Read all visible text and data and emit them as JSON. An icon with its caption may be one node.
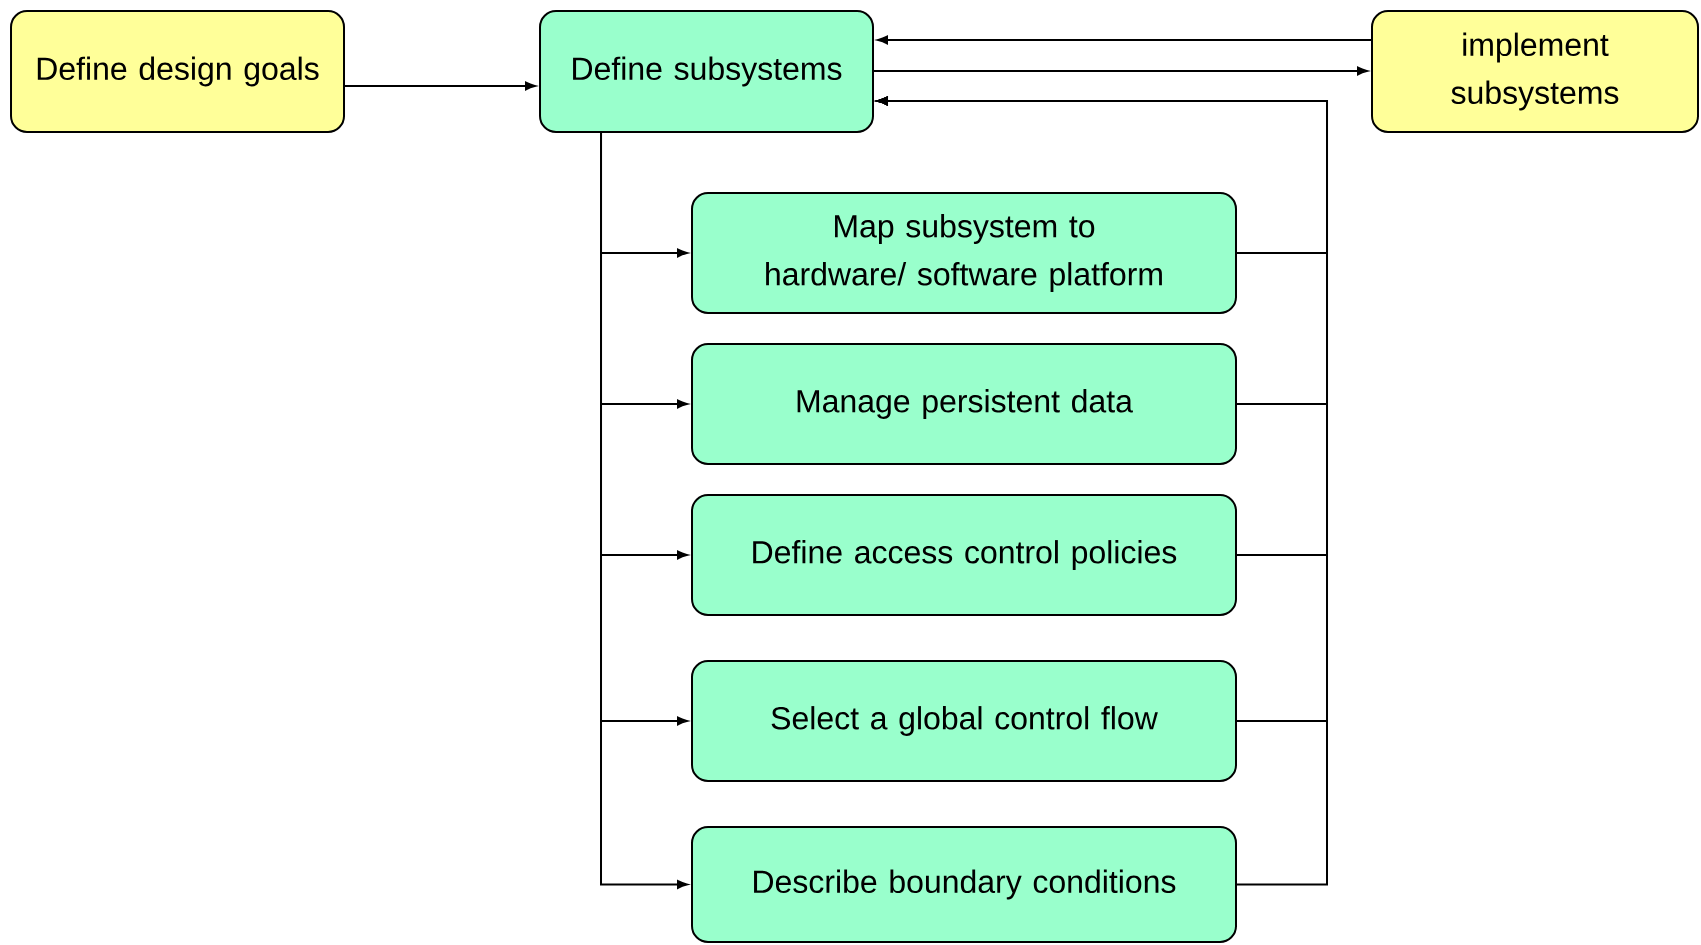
{
  "diagram": {
    "nodes": [
      {
        "text": [
          "Define design goals"
        ]
      },
      {
        "text": [
          "Define subsystems"
        ]
      },
      {
        "text": [
          "implement subsystems"
        ]
      },
      {
        "text": [
          "Map subsystem to hardware/ software platform"
        ]
      },
      {
        "text": [
          "Manage persistent data"
        ]
      },
      {
        "text": [
          "Define access control policies"
        ]
      },
      {
        "text": [
          "Select a global control flow"
        ]
      },
      {
        "text": [
          "Describe boundary conditions"
        ]
      }
    ],
    "edges": [
      {
        "from": 0,
        "to": 1,
        "arrow": "to"
      },
      {
        "from": 2,
        "to": 1,
        "arrow": "to"
      },
      {
        "from": 1,
        "to": 2,
        "arrow": "to"
      },
      {
        "from": 1,
        "to": 3,
        "arrow": "to"
      },
      {
        "from": 1,
        "to": 4,
        "arrow": "to"
      },
      {
        "from": 1,
        "to": 5,
        "arrow": "to"
      },
      {
        "from": 1,
        "to": 6,
        "arrow": "to"
      },
      {
        "from": 1,
        "to": 7,
        "arrow": "to"
      },
      {
        "from": 3,
        "to": 1,
        "arrow": "to"
      },
      {
        "from": 4,
        "to": 1,
        "arrow": "to"
      },
      {
        "from": 5,
        "to": 1,
        "arrow": "to"
      },
      {
        "from": 6,
        "to": 1,
        "arrow": "to"
      },
      {
        "from": 7,
        "to": 1,
        "arrow": "to"
      }
    ]
  }
}
